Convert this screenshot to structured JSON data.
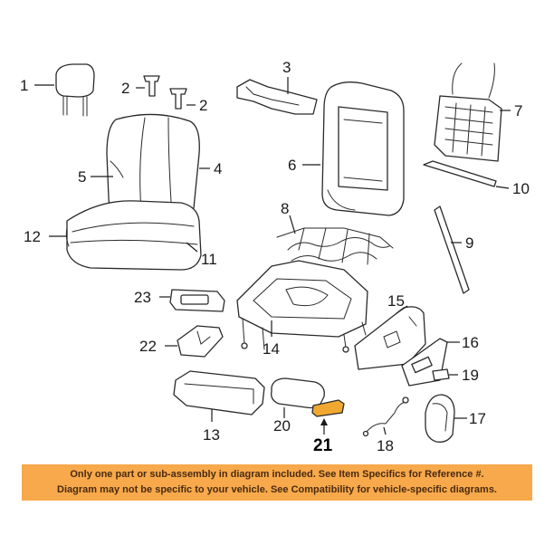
{
  "callouts": {
    "c1": "1",
    "c2a": "2",
    "c2b": "2",
    "c3": "3",
    "c4": "4",
    "c5": "5",
    "c6": "6",
    "c7": "7",
    "c8": "8",
    "c9": "9",
    "c10": "10",
    "c11": "11",
    "c12": "12",
    "c13": "13",
    "c14": "14",
    "c15": "15",
    "c16": "16",
    "c17": "17",
    "c18": "18",
    "c19": "19",
    "c20": "20",
    "c21": "21",
    "c22": "22",
    "c23": "23"
  },
  "highlight": {
    "part": "21",
    "color": "#f0a830"
  },
  "disclaimer": {
    "line1": "Only one part or sub-assembly in diagram included. See Item Specifics for Reference #.",
    "line2": "Diagram may not be specific to your vehicle. See Compatibility for vehicle-specific diagrams.",
    "background": "#f7a94b"
  }
}
